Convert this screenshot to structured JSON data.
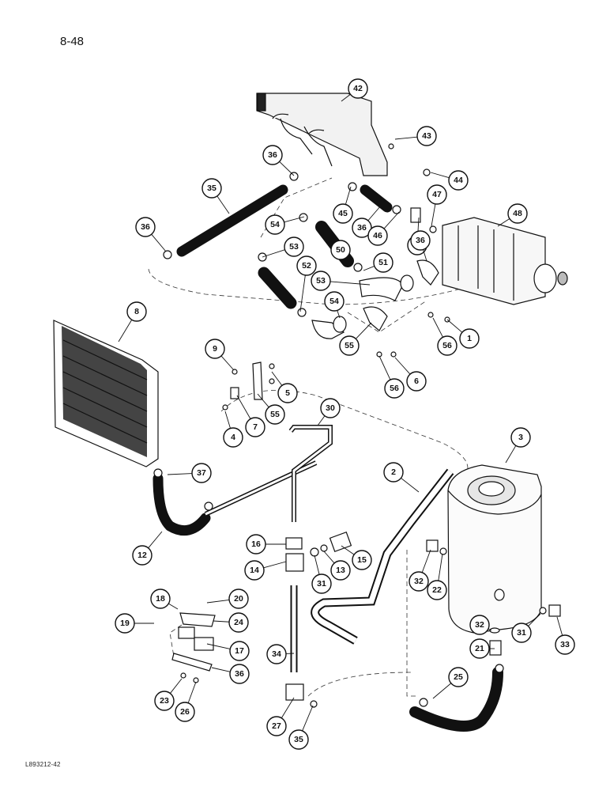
{
  "page": {
    "number": "8-48",
    "reference_code": "L893212-42"
  },
  "callouts": [
    "42",
    "43",
    "36",
    "44",
    "47",
    "48",
    "35",
    "36",
    "45",
    "36",
    "46",
    "51",
    "54",
    "36",
    "50",
    "53",
    "51",
    "52",
    "53",
    "54",
    "55",
    "56",
    "1",
    "8",
    "9",
    "5",
    "55",
    "56",
    "6",
    "7",
    "4",
    "30",
    "3",
    "37",
    "2",
    "12",
    "16",
    "15",
    "13",
    "14",
    "31",
    "32",
    "22",
    "20",
    "18",
    "24",
    "19",
    "17",
    "34",
    "32",
    "31",
    "33",
    "21",
    "36",
    "25",
    "23",
    "26",
    "27",
    "35"
  ]
}
